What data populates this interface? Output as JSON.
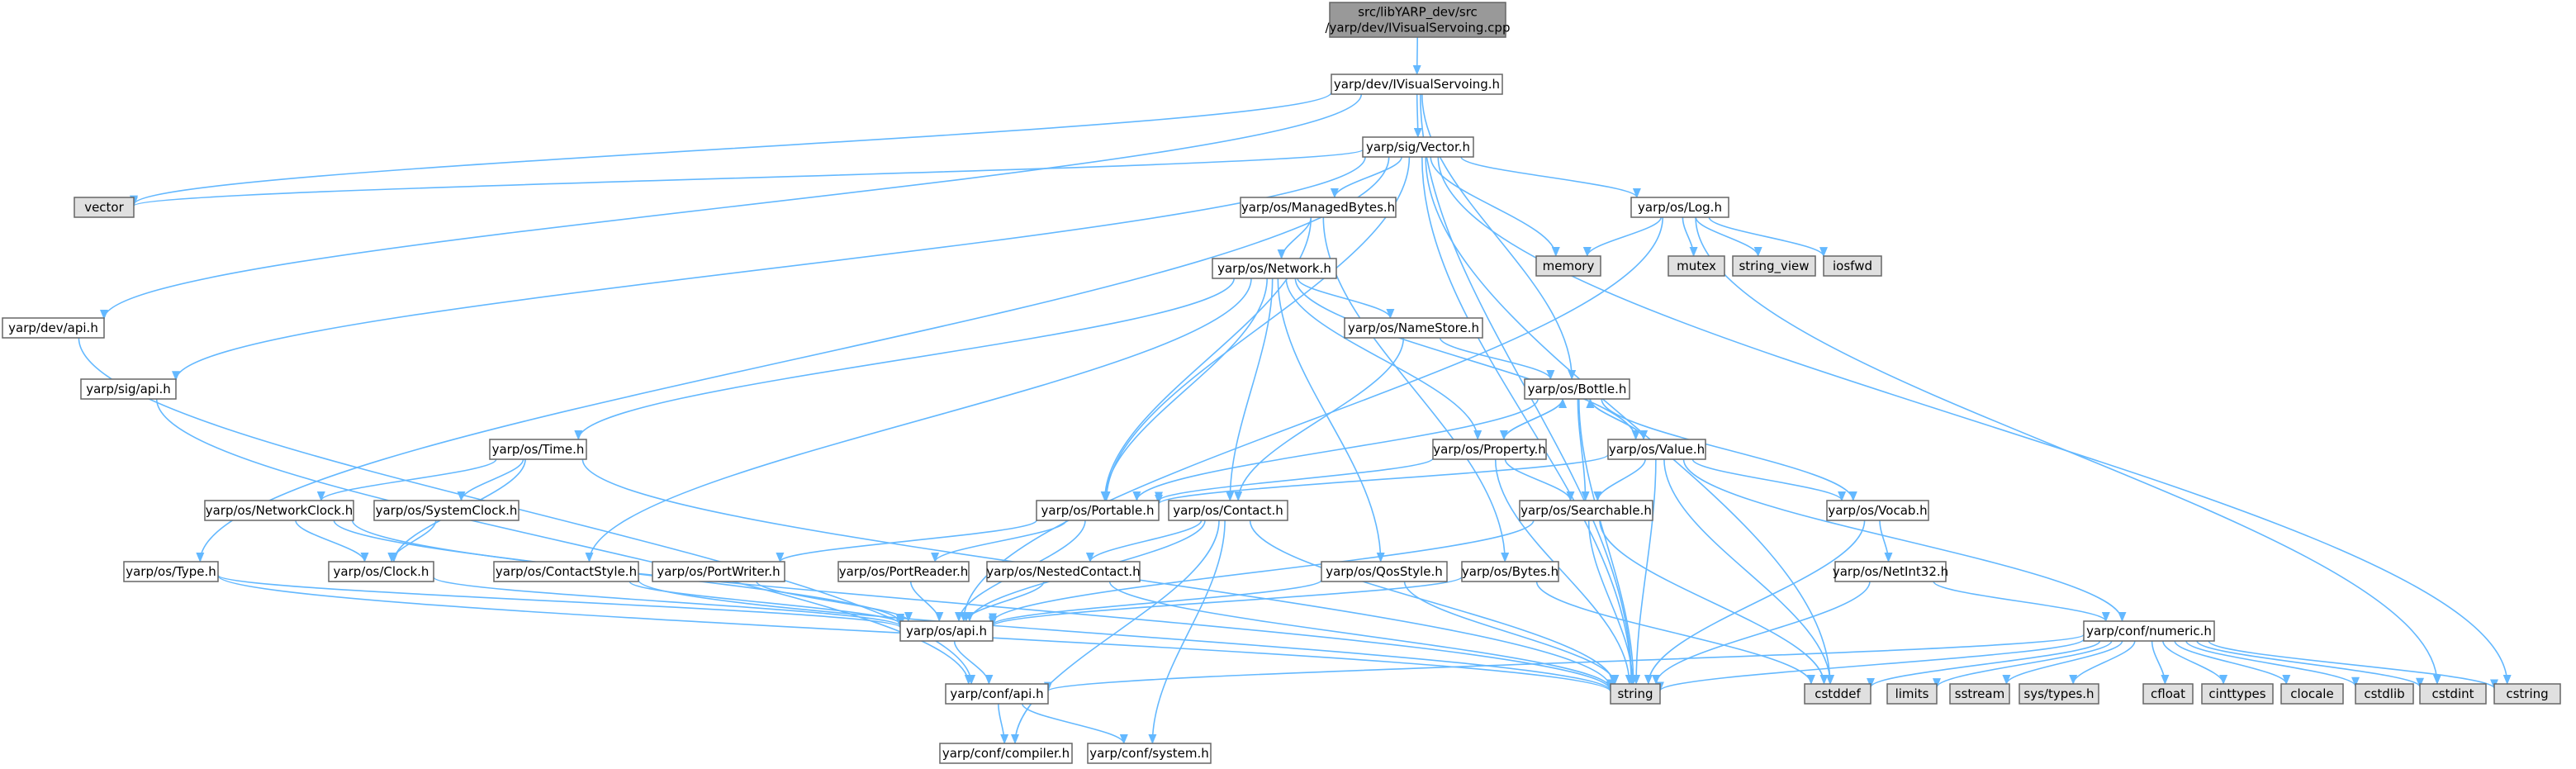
{
  "diagram": {
    "type": "include-dependency-graph",
    "colors": {
      "root_fill": "#999999",
      "header_fill": "#ffffff",
      "system_fill": "#e0e0e0",
      "border": "#666666",
      "edge": "#63b8ff"
    },
    "nodes": [
      {
        "id": "root",
        "kind": "root",
        "lines": [
          "src/libYARP_dev/src",
          "/yarp/dev/IVisualServoing.cpp"
        ]
      },
      {
        "id": "ivs",
        "kind": "header",
        "lines": [
          "yarp/dev/IVisualServoing.h"
        ]
      },
      {
        "id": "devapi",
        "kind": "header",
        "lines": [
          "yarp/dev/api.h"
        ]
      },
      {
        "id": "vector_h",
        "kind": "header",
        "lines": [
          "yarp/sig/Vector.h"
        ]
      },
      {
        "id": "vector",
        "kind": "system",
        "lines": [
          "vector"
        ]
      },
      {
        "id": "sigapi",
        "kind": "header",
        "lines": [
          "yarp/sig/api.h"
        ]
      },
      {
        "id": "managedbytes",
        "kind": "header",
        "lines": [
          "yarp/os/ManagedBytes.h"
        ]
      },
      {
        "id": "memory",
        "kind": "system",
        "lines": [
          "memory"
        ]
      },
      {
        "id": "log",
        "kind": "header",
        "lines": [
          "yarp/os/Log.h"
        ]
      },
      {
        "id": "mutex",
        "kind": "system",
        "lines": [
          "mutex"
        ]
      },
      {
        "id": "string_view",
        "kind": "system",
        "lines": [
          "string_view"
        ]
      },
      {
        "id": "iosfwd",
        "kind": "system",
        "lines": [
          "iosfwd"
        ]
      },
      {
        "id": "network",
        "kind": "header",
        "lines": [
          "yarp/os/Network.h"
        ]
      },
      {
        "id": "namestore",
        "kind": "header",
        "lines": [
          "yarp/os/NameStore.h"
        ]
      },
      {
        "id": "bottle",
        "kind": "header",
        "lines": [
          "yarp/os/Bottle.h"
        ]
      },
      {
        "id": "time",
        "kind": "header",
        "lines": [
          "yarp/os/Time.h"
        ]
      },
      {
        "id": "property",
        "kind": "header",
        "lines": [
          "yarp/os/Property.h"
        ]
      },
      {
        "id": "value",
        "kind": "header",
        "lines": [
          "yarp/os/Value.h"
        ]
      },
      {
        "id": "networkclock",
        "kind": "header",
        "lines": [
          "yarp/os/NetworkClock.h"
        ]
      },
      {
        "id": "systemclock",
        "kind": "header",
        "lines": [
          "yarp/os/SystemClock.h"
        ]
      },
      {
        "id": "portable",
        "kind": "header",
        "lines": [
          "yarp/os/Portable.h"
        ]
      },
      {
        "id": "contact",
        "kind": "header",
        "lines": [
          "yarp/os/Contact.h"
        ]
      },
      {
        "id": "searchable",
        "kind": "header",
        "lines": [
          "yarp/os/Searchable.h"
        ]
      },
      {
        "id": "vocab",
        "kind": "header",
        "lines": [
          "yarp/os/Vocab.h"
        ]
      },
      {
        "id": "type",
        "kind": "header",
        "lines": [
          "yarp/os/Type.h"
        ]
      },
      {
        "id": "clock",
        "kind": "header",
        "lines": [
          "yarp/os/Clock.h"
        ]
      },
      {
        "id": "contactstyle",
        "kind": "header",
        "lines": [
          "yarp/os/ContactStyle.h"
        ]
      },
      {
        "id": "portwriter",
        "kind": "header",
        "lines": [
          "yarp/os/PortWriter.h"
        ]
      },
      {
        "id": "portreader",
        "kind": "header",
        "lines": [
          "yarp/os/PortReader.h"
        ]
      },
      {
        "id": "nestedcontact",
        "kind": "header",
        "lines": [
          "yarp/os/NestedContact.h"
        ]
      },
      {
        "id": "qosstyle",
        "kind": "header",
        "lines": [
          "yarp/os/QosStyle.h"
        ]
      },
      {
        "id": "bytes",
        "kind": "header",
        "lines": [
          "yarp/os/Bytes.h"
        ]
      },
      {
        "id": "netint32",
        "kind": "header",
        "lines": [
          "yarp/os/NetInt32.h"
        ]
      },
      {
        "id": "osapi",
        "kind": "header",
        "lines": [
          "yarp/os/api.h"
        ]
      },
      {
        "id": "numeric",
        "kind": "header",
        "lines": [
          "yarp/conf/numeric.h"
        ]
      },
      {
        "id": "confapi",
        "kind": "header",
        "lines": [
          "yarp/conf/api.h"
        ]
      },
      {
        "id": "string",
        "kind": "system",
        "lines": [
          "string"
        ]
      },
      {
        "id": "cstddef",
        "kind": "system",
        "lines": [
          "cstddef"
        ]
      },
      {
        "id": "limits",
        "kind": "system",
        "lines": [
          "limits"
        ]
      },
      {
        "id": "sstream",
        "kind": "system",
        "lines": [
          "sstream"
        ]
      },
      {
        "id": "systypes",
        "kind": "system",
        "lines": [
          "sys/types.h"
        ]
      },
      {
        "id": "cfloat",
        "kind": "system",
        "lines": [
          "cfloat"
        ]
      },
      {
        "id": "cinttypes",
        "kind": "system",
        "lines": [
          "cinttypes"
        ]
      },
      {
        "id": "clocale",
        "kind": "system",
        "lines": [
          "clocale"
        ]
      },
      {
        "id": "cstdlib",
        "kind": "system",
        "lines": [
          "cstdlib"
        ]
      },
      {
        "id": "cstdint",
        "kind": "system",
        "lines": [
          "cstdint"
        ]
      },
      {
        "id": "cstring",
        "kind": "system",
        "lines": [
          "cstring"
        ]
      },
      {
        "id": "compiler",
        "kind": "header",
        "lines": [
          "yarp/conf/compiler.h"
        ]
      },
      {
        "id": "system",
        "kind": "header",
        "lines": [
          "yarp/conf/system.h"
        ]
      }
    ],
    "edges": [
      [
        "root",
        "ivs"
      ],
      [
        "ivs",
        "devapi"
      ],
      [
        "ivs",
        "vector_h"
      ],
      [
        "ivs",
        "vector"
      ],
      [
        "ivs",
        "bottle"
      ],
      [
        "ivs",
        "string"
      ],
      [
        "devapi",
        "confapi"
      ],
      [
        "vector_h",
        "vector"
      ],
      [
        "vector_h",
        "sigapi"
      ],
      [
        "vector_h",
        "managedbytes"
      ],
      [
        "vector_h",
        "memory"
      ],
      [
        "vector_h",
        "log"
      ],
      [
        "vector_h",
        "type"
      ],
      [
        "vector_h",
        "portable"
      ],
      [
        "vector_h",
        "string"
      ],
      [
        "vector_h",
        "cstddef"
      ],
      [
        "vector_h",
        "cstring"
      ],
      [
        "sigapi",
        "confapi"
      ],
      [
        "managedbytes",
        "network"
      ],
      [
        "managedbytes",
        "portable"
      ],
      [
        "managedbytes",
        "bytes"
      ],
      [
        "log",
        "memory"
      ],
      [
        "log",
        "mutex"
      ],
      [
        "log",
        "string_view"
      ],
      [
        "log",
        "iosfwd"
      ],
      [
        "log",
        "osapi"
      ],
      [
        "log",
        "cstdint"
      ],
      [
        "network",
        "namestore"
      ],
      [
        "network",
        "time"
      ],
      [
        "network",
        "property"
      ],
      [
        "network",
        "value"
      ],
      [
        "network",
        "portable"
      ],
      [
        "network",
        "contact"
      ],
      [
        "network",
        "contactstyle"
      ],
      [
        "network",
        "qosstyle"
      ],
      [
        "namestore",
        "bottle"
      ],
      [
        "namestore",
        "contact"
      ],
      [
        "bottle",
        "property"
      ],
      [
        "bottle",
        "value"
      ],
      [
        "bottle",
        "portable"
      ],
      [
        "bottle",
        "searchable"
      ],
      [
        "bottle",
        "vocab"
      ],
      [
        "bottle",
        "string"
      ],
      [
        "time",
        "networkclock"
      ],
      [
        "time",
        "systemclock"
      ],
      [
        "time",
        "clock"
      ],
      [
        "time",
        "string"
      ],
      [
        "property",
        "bottle"
      ],
      [
        "property",
        "portable"
      ],
      [
        "property",
        "searchable"
      ],
      [
        "property",
        "string"
      ],
      [
        "value",
        "bottle"
      ],
      [
        "value",
        "portable"
      ],
      [
        "value",
        "searchable"
      ],
      [
        "value",
        "vocab"
      ],
      [
        "value",
        "numeric"
      ],
      [
        "value",
        "string"
      ],
      [
        "value",
        "cstddef"
      ],
      [
        "networkclock",
        "clock"
      ],
      [
        "networkclock",
        "osapi"
      ],
      [
        "networkclock",
        "string"
      ],
      [
        "systemclock",
        "clock"
      ],
      [
        "portable",
        "portwriter"
      ],
      [
        "portable",
        "portreader"
      ],
      [
        "portable",
        "osapi"
      ],
      [
        "contact",
        "nestedcontact"
      ],
      [
        "contact",
        "osapi"
      ],
      [
        "contact",
        "string"
      ],
      [
        "contact",
        "compiler"
      ],
      [
        "contact",
        "system"
      ],
      [
        "searchable",
        "osapi"
      ],
      [
        "searchable",
        "string"
      ],
      [
        "searchable",
        "cstddef"
      ],
      [
        "vocab",
        "netint32"
      ],
      [
        "vocab",
        "string"
      ],
      [
        "type",
        "osapi"
      ],
      [
        "type",
        "string"
      ],
      [
        "clock",
        "osapi"
      ],
      [
        "contactstyle",
        "osapi"
      ],
      [
        "contactstyle",
        "string"
      ],
      [
        "portwriter",
        "osapi"
      ],
      [
        "portreader",
        "osapi"
      ],
      [
        "nestedcontact",
        "osapi"
      ],
      [
        "nestedcontact",
        "string"
      ],
      [
        "qosstyle",
        "osapi"
      ],
      [
        "qosstyle",
        "string"
      ],
      [
        "bytes",
        "osapi"
      ],
      [
        "bytes",
        "cstddef"
      ],
      [
        "netint32",
        "numeric"
      ],
      [
        "netint32",
        "string"
      ],
      [
        "osapi",
        "confapi"
      ],
      [
        "numeric",
        "confapi"
      ],
      [
        "numeric",
        "string"
      ],
      [
        "numeric",
        "cstddef"
      ],
      [
        "numeric",
        "limits"
      ],
      [
        "numeric",
        "sstream"
      ],
      [
        "numeric",
        "systypes"
      ],
      [
        "numeric",
        "cfloat"
      ],
      [
        "numeric",
        "cinttypes"
      ],
      [
        "numeric",
        "clocale"
      ],
      [
        "numeric",
        "cstdlib"
      ],
      [
        "numeric",
        "cstdint"
      ],
      [
        "numeric",
        "cstring"
      ],
      [
        "confapi",
        "compiler"
      ],
      [
        "confapi",
        "system"
      ]
    ]
  }
}
